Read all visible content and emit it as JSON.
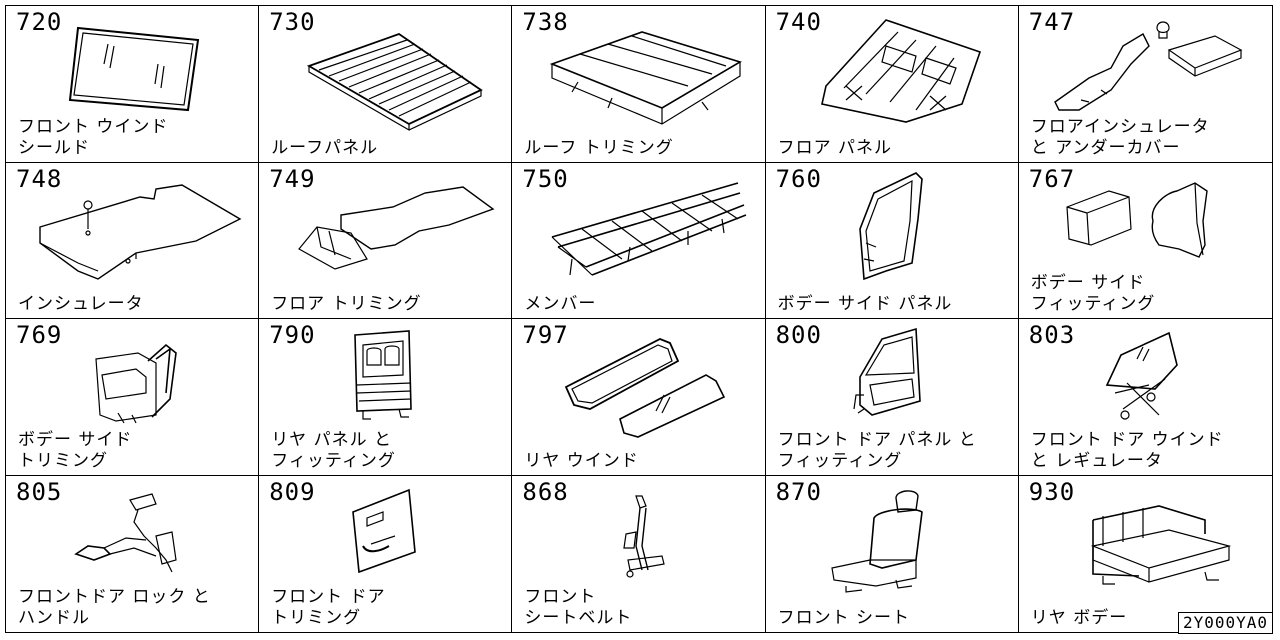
{
  "doc_code": "2Y000YA0",
  "parts": [
    {
      "code": "720",
      "label": "フロント ウインド\nシールド",
      "icon": "windshield-icon"
    },
    {
      "code": "730",
      "label": "ルーフパネル",
      "icon": "roof-panel-icon"
    },
    {
      "code": "738",
      "label": "ルーフ トリミング",
      "icon": "roof-trim-icon"
    },
    {
      "code": "740",
      "label": "フロア パネル",
      "icon": "floor-panel-icon"
    },
    {
      "code": "747",
      "label": "フロアインシュレータ\nと アンダーカバー",
      "icon": "floor-insulator-icon"
    },
    {
      "code": "748",
      "label": "インシュレータ",
      "icon": "insulator-icon"
    },
    {
      "code": "749",
      "label": "フロア トリミング",
      "icon": "floor-trim-icon"
    },
    {
      "code": "750",
      "label": "メンバー",
      "icon": "member-frame-icon"
    },
    {
      "code": "760",
      "label": "ボデー サイド パネル",
      "icon": "body-side-panel-icon"
    },
    {
      "code": "767",
      "label": "ボデー サイド\nフィッティング",
      "icon": "mudguard-icon"
    },
    {
      "code": "769",
      "label": "ボデー サイド\nトリミング",
      "icon": "body-side-trim-icon"
    },
    {
      "code": "790",
      "label": "リヤ パネル と\nフィッティング",
      "icon": "rear-panel-icon"
    },
    {
      "code": "797",
      "label": "リヤ ウインド",
      "icon": "rear-window-icon"
    },
    {
      "code": "800",
      "label": "フロント ドア パネル と\nフィッティング",
      "icon": "front-door-panel-icon"
    },
    {
      "code": "803",
      "label": "フロント ドア ウインド\nと レギュレータ",
      "icon": "window-regulator-icon"
    },
    {
      "code": "805",
      "label": "フロントドア ロック と\nハンドル",
      "icon": "door-lock-icon"
    },
    {
      "code": "809",
      "label": "フロント ドア\nトリミング",
      "icon": "door-trim-icon"
    },
    {
      "code": "868",
      "label": "フロント\nシートベルト",
      "icon": "seatbelt-icon"
    },
    {
      "code": "870",
      "label": "フロント シート",
      "icon": "seat-icon"
    },
    {
      "code": "930",
      "label": "リヤ ボデー",
      "icon": "rear-body-icon"
    }
  ]
}
